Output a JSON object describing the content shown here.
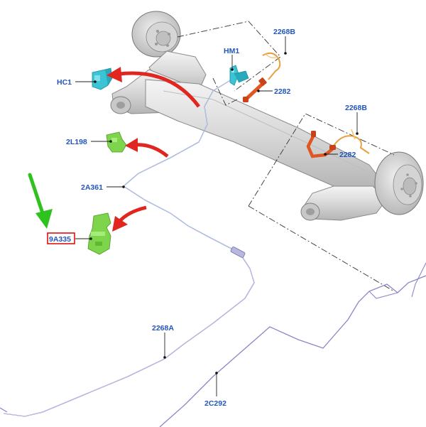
{
  "diagram": {
    "colors": {
      "callout_text": "#2255bb",
      "hydraulic_line": "#7f95cc",
      "rear_line": "#8a86c8",
      "red_arrow": "#e0261f",
      "green_arrow": "#2ec21e",
      "highlight_box": "#e01010",
      "component_cyan": "#3bc4d4",
      "component_green": "#7ed44a",
      "hose_orange": "#e05520",
      "axle_body": "#dcdcdc"
    },
    "labels": {
      "hc1": "HC1",
      "hm1": "HM1",
      "l2268b_top": "2268B",
      "l2282_top": "2282",
      "l2268b_right": "2268B",
      "l2282_right": "2282",
      "l2l198": "2L198",
      "l2a361": "2A361",
      "l9a335": "9A335",
      "l2268a": "2268A",
      "l2c292": "2C292"
    },
    "icons": [
      "green-pointer-arrow",
      "red-direction-arrow",
      "brake-drum",
      "abs-sensor",
      "brake-hose",
      "valve-block"
    ]
  }
}
